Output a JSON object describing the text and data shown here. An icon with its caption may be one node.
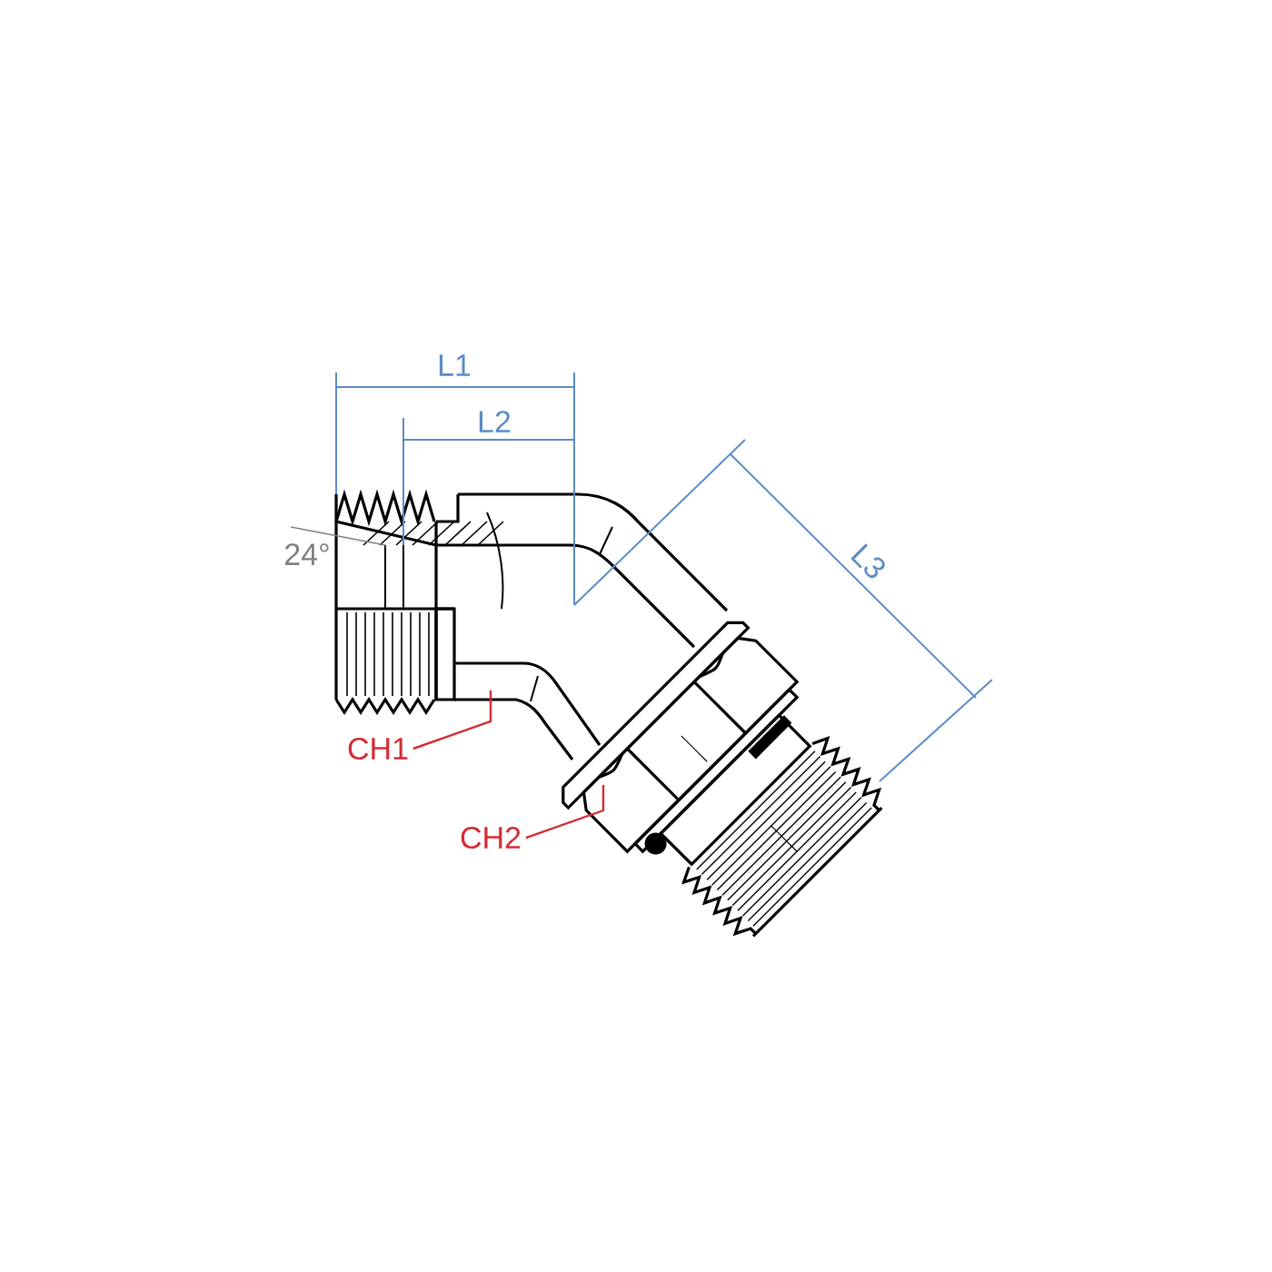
{
  "diagram": {
    "nodes": [
      {
        "text": [
          "CH1"
        ]
      },
      {
        "text": [
          "CH2"
        ]
      }
    ],
    "edges": [
      {
        "from": 0,
        "to": null,
        "arrow": "none"
      },
      {
        "from": 1,
        "to": null,
        "arrow": "none"
      }
    ],
    "labels": [
      "L1",
      "L2",
      "24°",
      "L3"
    ]
  }
}
